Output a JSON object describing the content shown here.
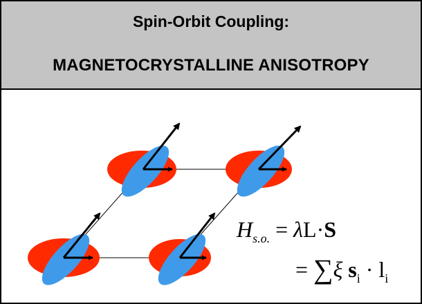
{
  "header": {
    "line1": "Spin-Orbit Coupling:",
    "line2": "MAGNETOCRYSTALLINE ANISOTROPY"
  },
  "colors": {
    "header_bg": "#c4c4c4",
    "orbital_red": "#ff2a00",
    "orbital_blue": "#3f9bea",
    "arrow": "#000000"
  },
  "equation": {
    "H": "H",
    "H_sub": "s.o.",
    "equals": "=",
    "lambda": "λ",
    "L": "L",
    "dot": "·",
    "S": "S",
    "sum": "∑",
    "xi": "ξ",
    "s": "s",
    "i1": "i",
    "l": "l",
    "i2": "i"
  },
  "diagram": {
    "atoms": [
      {
        "name": "atom-top-left"
      },
      {
        "name": "atom-top-right"
      },
      {
        "name": "atom-bottom-left"
      },
      {
        "name": "atom-bottom-right"
      }
    ]
  }
}
